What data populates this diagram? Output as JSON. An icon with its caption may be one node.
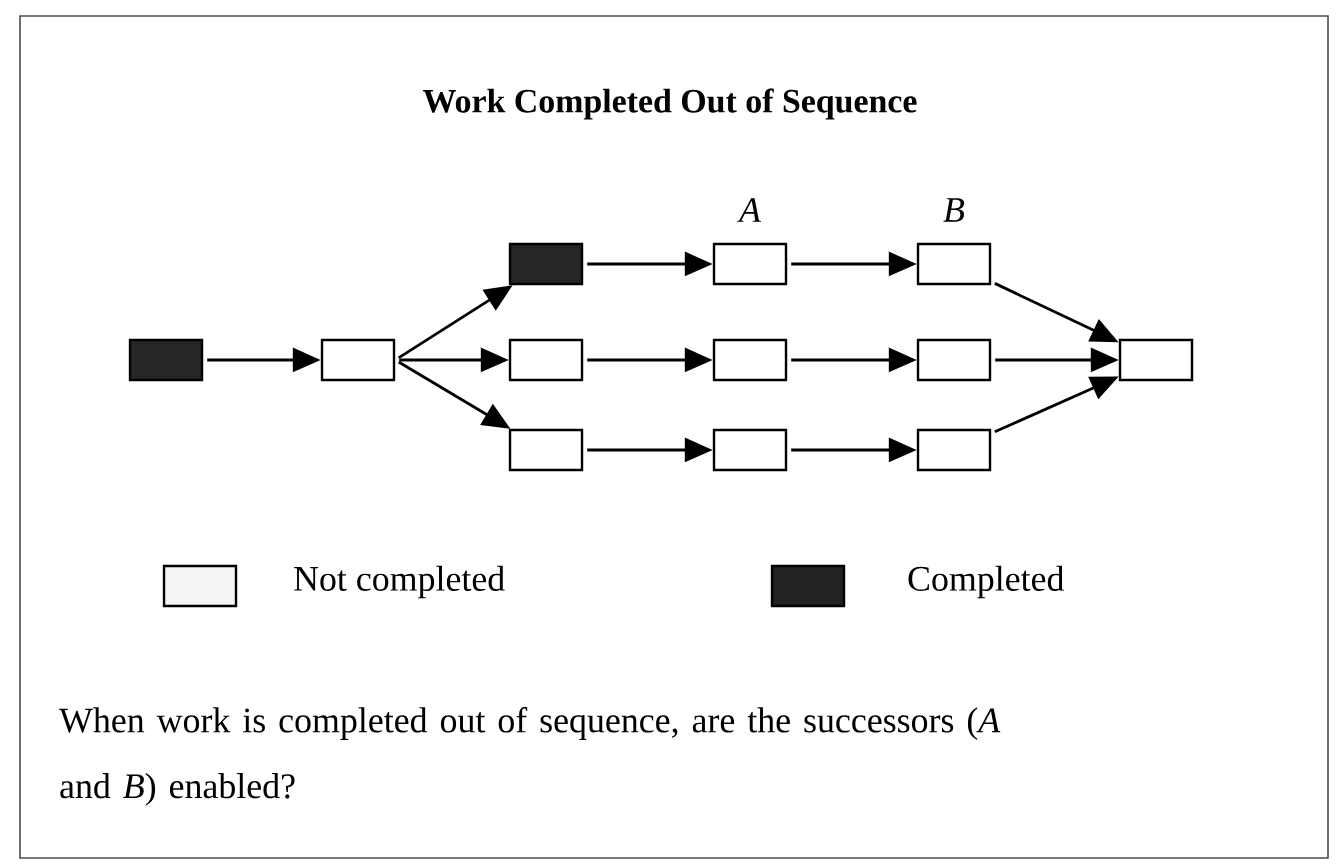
{
  "diagram": {
    "title": "Work Completed Out of Sequence",
    "caption": "When work is completed out of sequence, are the successors (*A* and *B*) enabled?",
    "nodes": [
      {
        "text": [],
        "shape": "block"
      },
      {
        "text": [],
        "shape": "box"
      },
      {
        "text": [],
        "shape": "block"
      },
      {
        "text": [],
        "shape": "box",
        "beside": [
          "A"
        ]
      },
      {
        "text": [],
        "shape": "box",
        "beside": [
          "B"
        ]
      },
      {
        "text": [],
        "shape": "box"
      },
      {
        "text": [],
        "shape": "box"
      },
      {
        "text": [],
        "shape": "box"
      },
      {
        "text": [],
        "shape": "box"
      },
      {
        "text": [],
        "shape": "box"
      },
      {
        "text": [],
        "shape": "box"
      },
      {
        "text": [],
        "shape": "box"
      }
    ],
    "edges": [
      {
        "from": 0,
        "to": 1,
        "arrow": "to"
      },
      {
        "from": 1,
        "to": 2,
        "arrow": "to"
      },
      {
        "from": 1,
        "to": 5,
        "arrow": "to"
      },
      {
        "from": 1,
        "to": 8,
        "arrow": "to"
      },
      {
        "from": 2,
        "to": 3,
        "arrow": "to"
      },
      {
        "from": 3,
        "to": 4,
        "arrow": "to"
      },
      {
        "from": 4,
        "to": 11,
        "arrow": "to"
      },
      {
        "from": 5,
        "to": 6,
        "arrow": "to"
      },
      {
        "from": 6,
        "to": 7,
        "arrow": "to"
      },
      {
        "from": 7,
        "to": 11,
        "arrow": "to"
      },
      {
        "from": 8,
        "to": 9,
        "arrow": "to"
      },
      {
        "from": 9,
        "to": 10,
        "arrow": "to"
      },
      {
        "from": 10,
        "to": 11,
        "arrow": "to"
      }
    ],
    "legend": [
      {
        "text": "Not completed",
        "color": "#f5f5f5"
      },
      {
        "text": "Completed",
        "color": "#222222"
      }
    ]
  }
}
